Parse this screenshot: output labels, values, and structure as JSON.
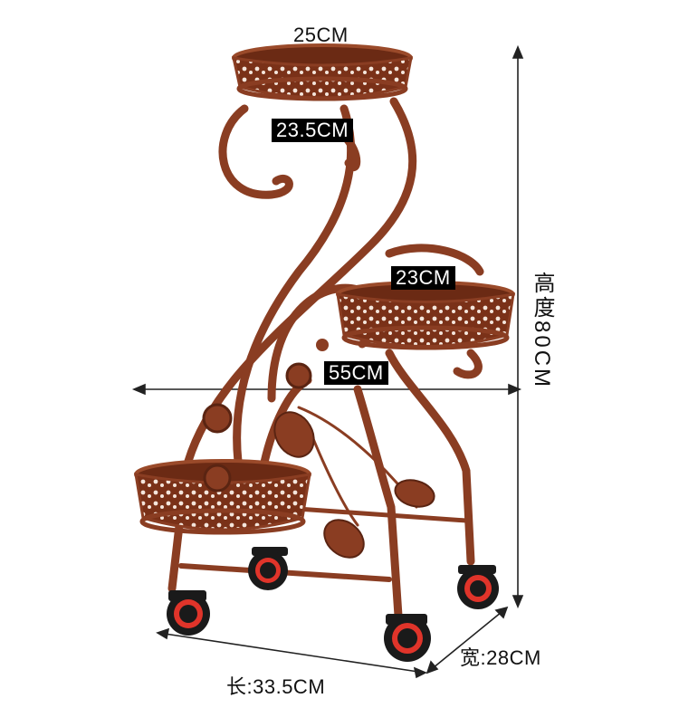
{
  "product": {
    "name": "plant-stand",
    "colors": {
      "bronze": "#8a3d22",
      "bronze_dark": "#5a2412",
      "bronze_light": "#c07a55",
      "wheel_black": "#1a1a1a",
      "wheel_red": "#e0342a"
    }
  },
  "dimensions": {
    "top_tray": "25CM",
    "top_inner": "23.5CM",
    "middle_tray": "23CM",
    "width_55": "55CM",
    "height": "高度80CM",
    "width": "宽:28CM",
    "length": "长:33.5CM"
  }
}
